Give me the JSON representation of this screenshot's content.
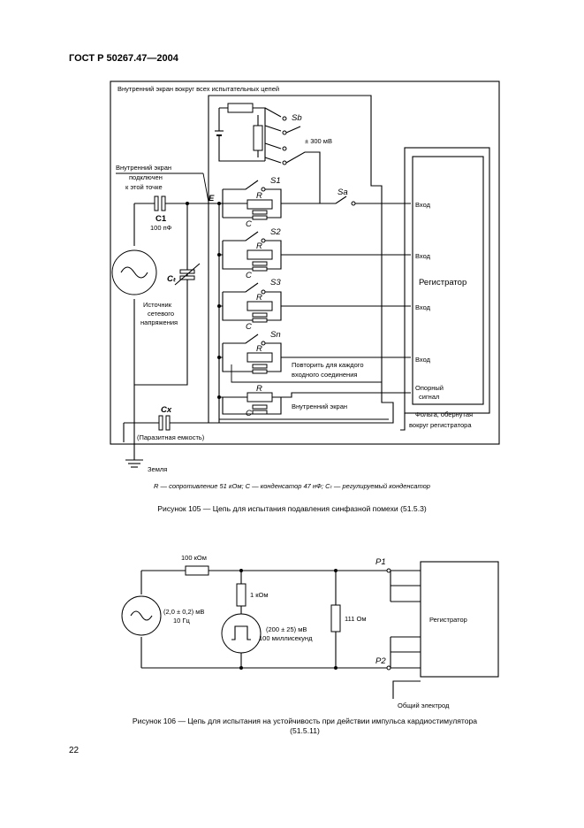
{
  "header": "ГОСТ Р 50267.47—2004",
  "page_number": "22",
  "figure105": {
    "legend": "R — сопротивление 51 кОм; C — конденсатор 47 нФ; Cₜ — регулируемый конденсатор",
    "caption": "Рисунок 105 — Цепь для испытания подавления синфазной помехи (51.5.3)",
    "labels": {
      "inner_screen_all": "Внутренний экран вокруг всех испытательных цепей",
      "inner_screen_connected_1": "Внутренний экран",
      "inner_screen_connected_2": "подключен",
      "inner_screen_connected_3": "к этой точке",
      "node_e": "E",
      "c1": "C1",
      "c1_value": "100 пФ",
      "ct": "Cₜ",
      "source_1": "Источник",
      "source_2": "сетевого",
      "source_3": "напряжения",
      "sb": "Sb",
      "dc_offset": "± 300 мВ",
      "s1": "S1",
      "s2": "S2",
      "s3": "S3",
      "sn": "Sn",
      "sa": "Sa",
      "r": "R",
      "c": "C",
      "repeat_1": "Повторить для каждого",
      "repeat_2": "входного соединения",
      "inner_screen": "Внутренний экран",
      "cx": "Cx",
      "parasitic": "(Паразитная емкость)",
      "ground": "Земля",
      "input": "Вход",
      "recorder": "Регистратор",
      "reference_1": "Опорный",
      "reference_2": "сигнал",
      "foil_1": "Фольга, обернутая",
      "foil_2": "вокруг регистратора"
    }
  },
  "figure106": {
    "caption_line1": "Рисунок 106 — Цепь для испытания на устойчивость при действии импульса кардиостимулятора",
    "caption_line2": "(51.5.11)",
    "labels": {
      "r100k": "100 кОм",
      "sine_value": "(2,0 ± 0,2) мВ",
      "sine_freq": "10 Гц",
      "r1k": "1 кОм",
      "pulse_value": "(200 ± 25) мВ",
      "pulse_duration": "100 миллисекунд",
      "r111": "111 Ом",
      "p1": "P1",
      "p2": "P2",
      "recorder": "Регистратор",
      "common": "Общий электрод"
    }
  }
}
